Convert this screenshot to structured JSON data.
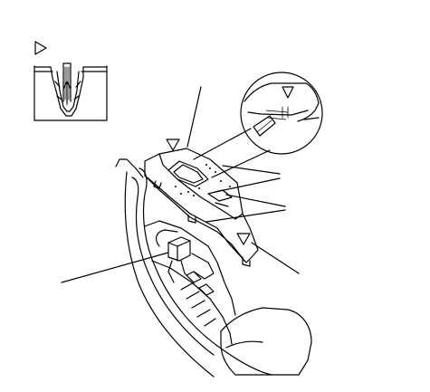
{
  "colors": {
    "stroke": "#000000",
    "background": "#ffffff"
  },
  "callouts": {
    "inset_marker": "triangle-marker",
    "detail_marker": "triangle-marker",
    "cover_marker_front": "triangle-marker",
    "cover_marker_rear": "triangle-marker"
  },
  "parts": [
    "clip-cross-section-detail",
    "clip-magnified-circle",
    "console-rear-cover-panel",
    "center-console",
    "connector"
  ]
}
